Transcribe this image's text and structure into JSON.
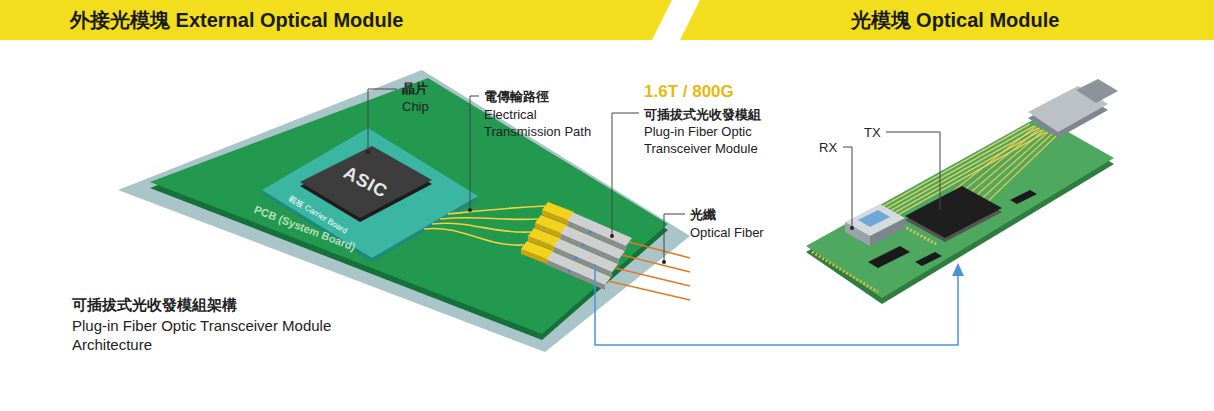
{
  "diagram": {
    "nodes": [
      {
        "text": [
          "外接光模塊 External Optical Module"
        ]
      },
      {
        "text": [
          "光模塊 Optical Module"
        ]
      },
      {
        "text": [
          "PCB (System Board)"
        ]
      },
      {
        "text": [
          "載板 Carrier Board"
        ],
        "in": 2
      },
      {
        "text": [
          "ASIC"
        ],
        "in": 3
      }
    ],
    "labels": [
      "晶片",
      "Chip",
      "電傳輸路徑",
      "Electrical Transmission Path",
      "1.6T / 800G",
      "可插拔式光收發模組",
      "Plug-in Fiber Optic Transceiver Module",
      "光纖",
      "Optical Fiber",
      "可插拔式光收發模組架構",
      "Plug-in Fiber Optic Transceiver Module Architecture",
      "RX",
      "TX"
    ]
  }
}
